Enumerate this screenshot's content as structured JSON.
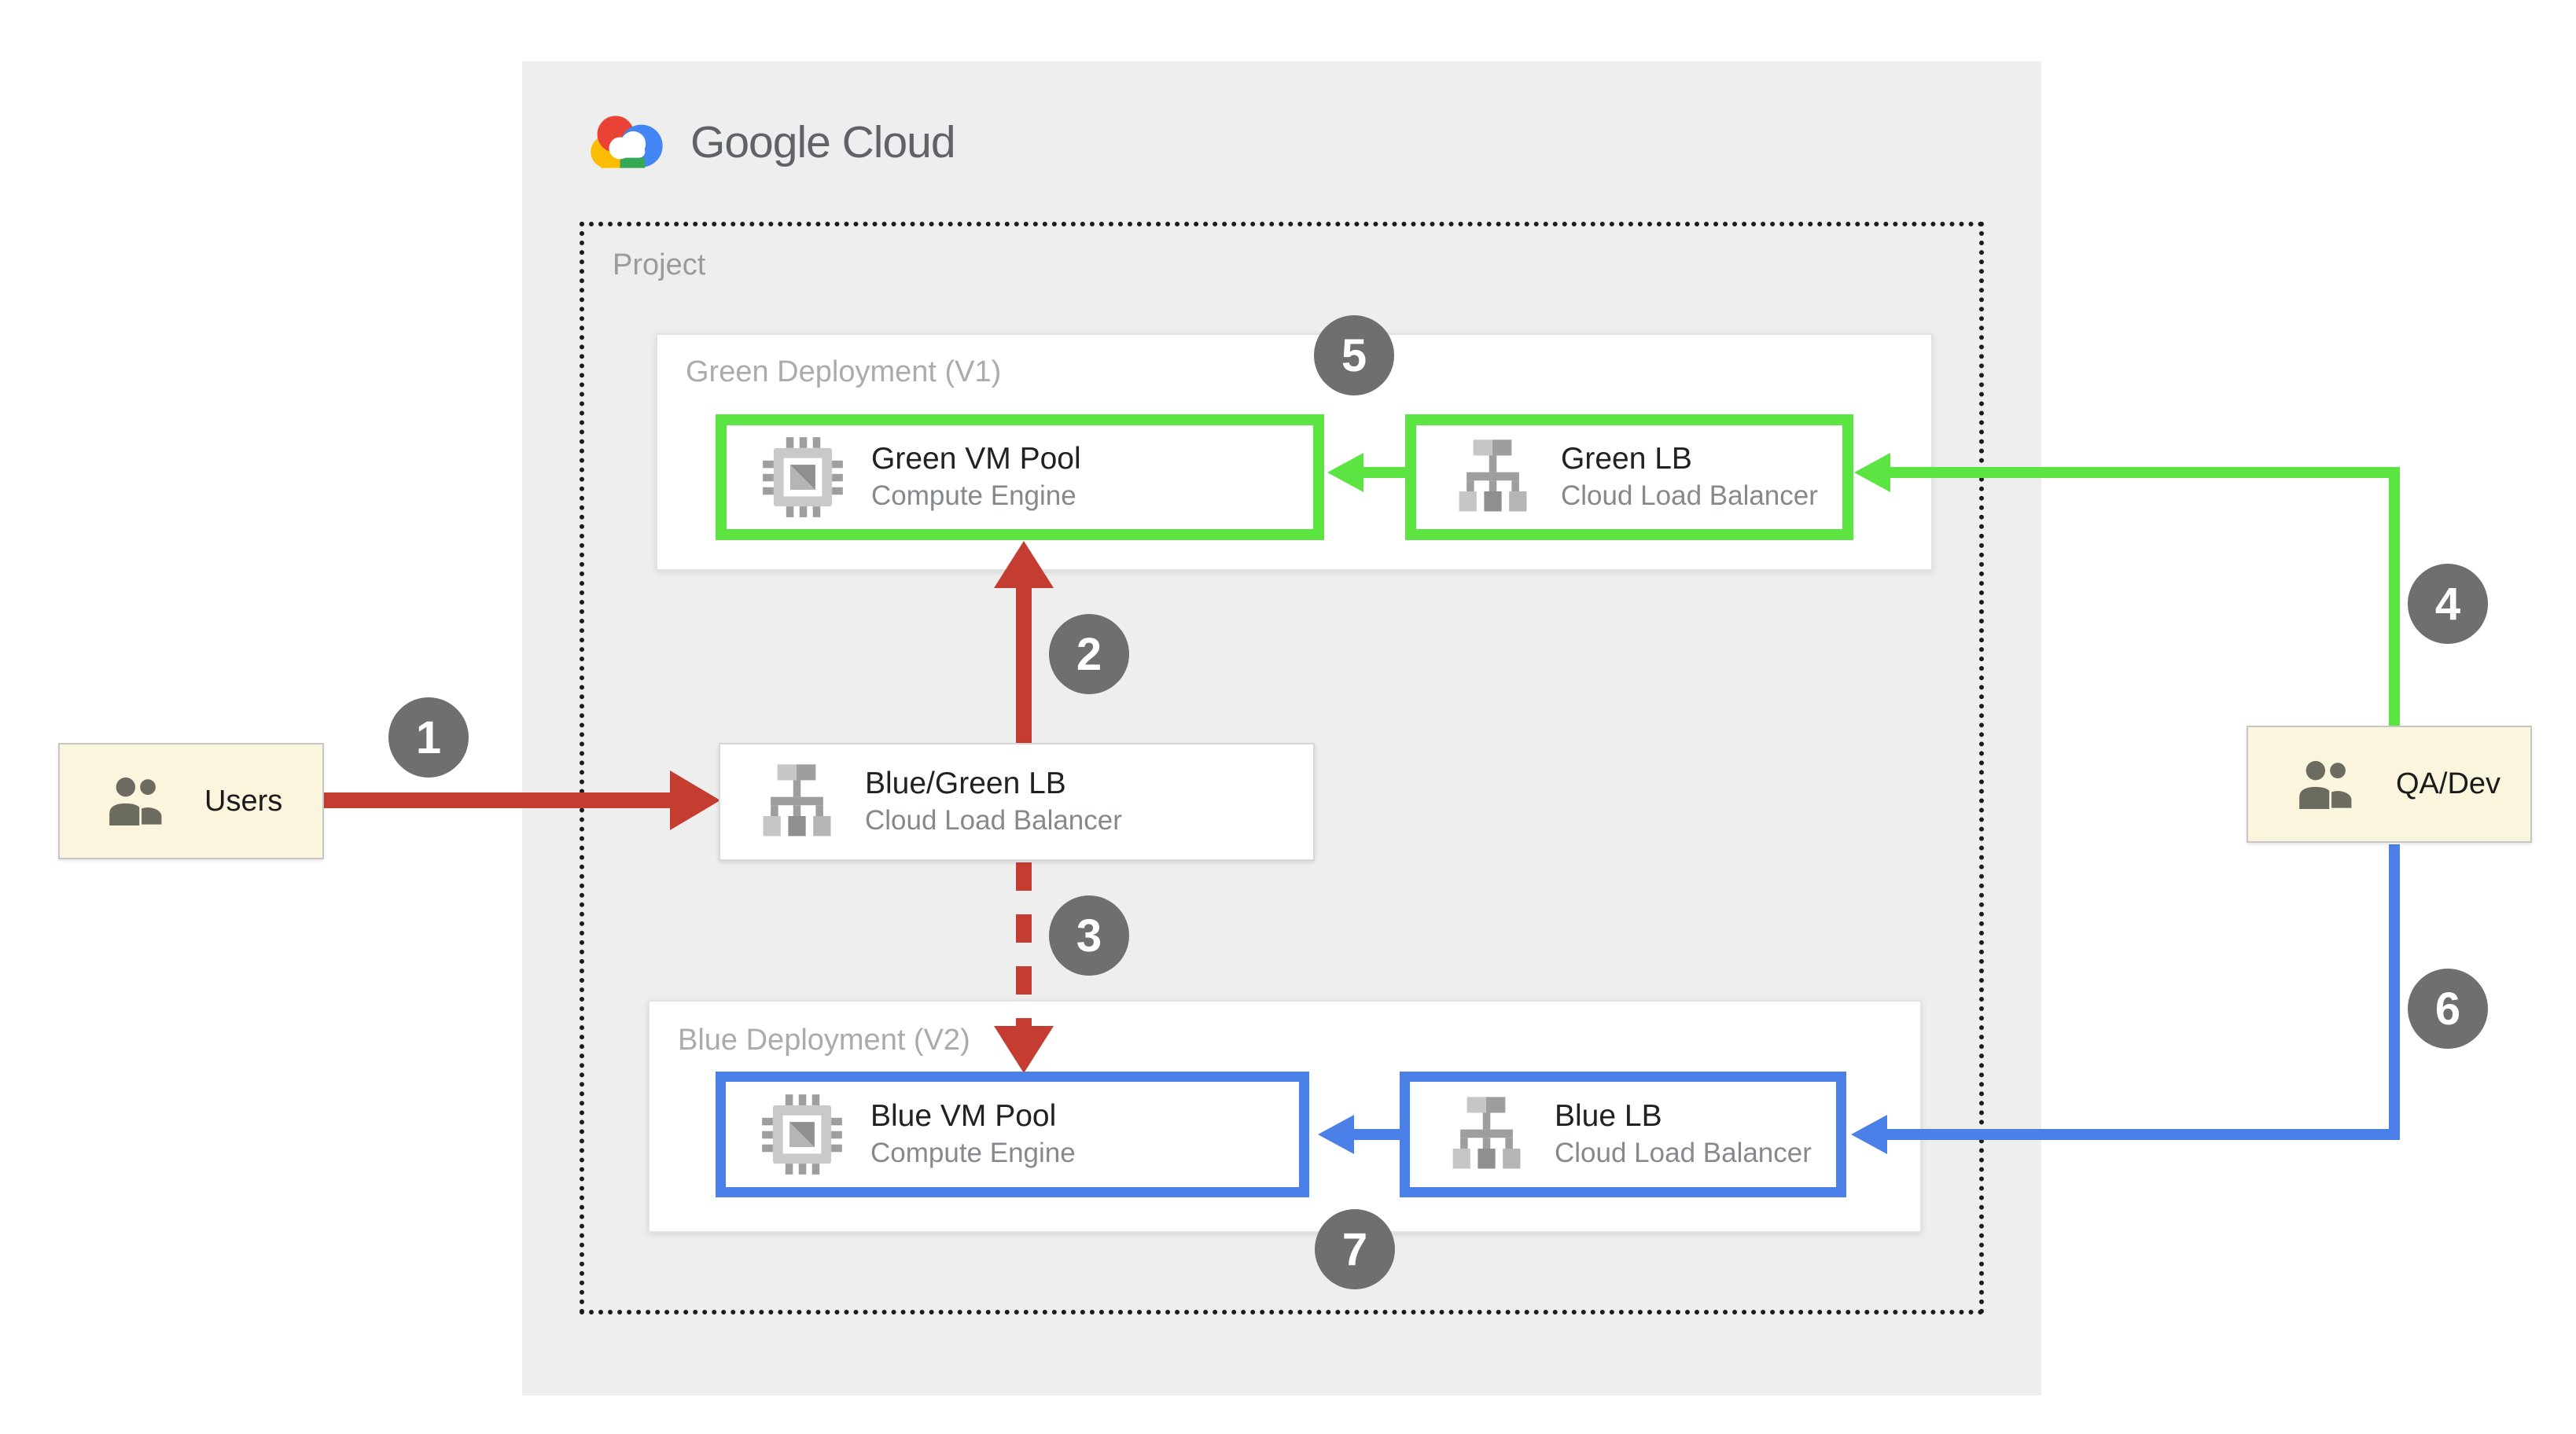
{
  "logo": {
    "text": "Google Cloud"
  },
  "project": {
    "label": "Project"
  },
  "groups": {
    "green": {
      "label": "Green Deployment (V1)"
    },
    "blue": {
      "label": "Blue Deployment (V2)"
    }
  },
  "nodes": {
    "green_vm": {
      "title": "Green VM Pool",
      "subtitle": "Compute Engine",
      "icon": "compute-engine-icon"
    },
    "green_lb": {
      "title": "Green LB",
      "subtitle": "Cloud Load Balancer",
      "icon": "load-balancer-icon"
    },
    "bg_lb": {
      "title": "Blue/Green LB",
      "subtitle": "Cloud Load Balancer",
      "icon": "load-balancer-icon"
    },
    "blue_vm": {
      "title": "Blue VM Pool",
      "subtitle": "Compute Engine",
      "icon": "compute-engine-icon"
    },
    "blue_lb": {
      "title": "Blue LB",
      "subtitle": "Cloud Load Balancer",
      "icon": "load-balancer-icon"
    },
    "users": {
      "label": "Users",
      "icon": "users-icon"
    },
    "qa_dev": {
      "label": "QA/Dev",
      "icon": "users-icon"
    }
  },
  "steps": [
    "1",
    "2",
    "3",
    "4",
    "5",
    "6",
    "7"
  ],
  "colors": {
    "panel_gray": "#EEEEEE",
    "accent_green": "#5BE442",
    "accent_blue": "#4A80E8",
    "arrow_red": "#C53C30",
    "badge_gray": "#6F6F6F",
    "actor_cream": "#FBF5DE",
    "title_text": "#212121",
    "subtitle_text": "#85898D",
    "muted_label": "#ABABAB",
    "logo_red": "#EA4335",
    "logo_blue": "#4285F4",
    "logo_yellow": "#FBBC05",
    "logo_green": "#34A853"
  }
}
